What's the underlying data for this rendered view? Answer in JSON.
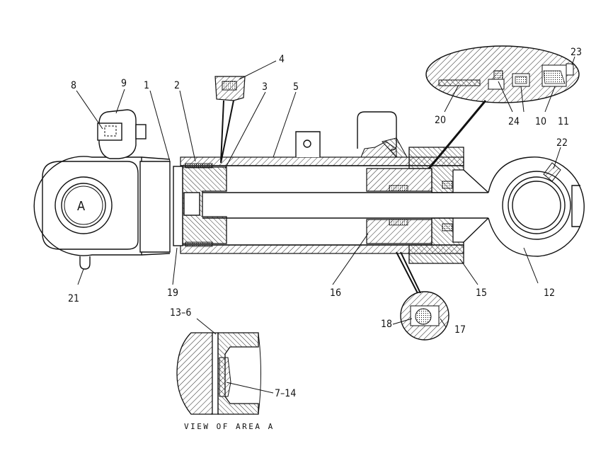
{
  "diagram": {
    "callouts": [
      {
        "id": "c1",
        "label": "1"
      },
      {
        "id": "c2",
        "label": "2"
      },
      {
        "id": "c3",
        "label": "3"
      },
      {
        "id": "c4",
        "label": "4"
      },
      {
        "id": "c5",
        "label": "5"
      },
      {
        "id": "c8",
        "label": "8"
      },
      {
        "id": "c9",
        "label": "9"
      },
      {
        "id": "c10",
        "label": "10"
      },
      {
        "id": "c11",
        "label": "11"
      },
      {
        "id": "c12",
        "label": "12"
      },
      {
        "id": "c13",
        "label": "13–6"
      },
      {
        "id": "c15",
        "label": "15"
      },
      {
        "id": "c16",
        "label": "16"
      },
      {
        "id": "c17",
        "label": "17"
      },
      {
        "id": "c18",
        "label": "18"
      },
      {
        "id": "c19",
        "label": "19"
      },
      {
        "id": "c20",
        "label": "20"
      },
      {
        "id": "c21",
        "label": "21"
      },
      {
        "id": "c22",
        "label": "22"
      },
      {
        "id": "c23",
        "label": "23"
      },
      {
        "id": "c24",
        "label": "24"
      },
      {
        "id": "c7",
        "label": "7–14"
      }
    ],
    "area_marker": "A",
    "detail_caption": "VIEW OF AREA A"
  }
}
